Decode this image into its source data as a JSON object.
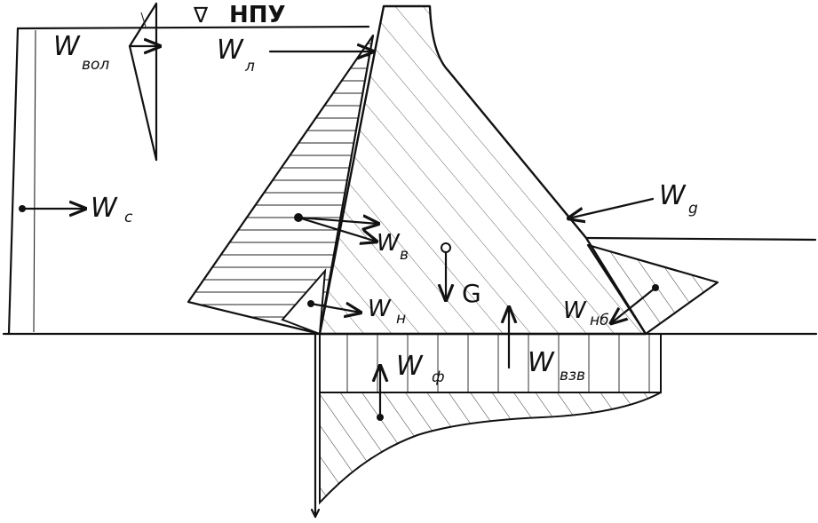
{
  "level_mark": {
    "symbol": "∇",
    "text": "НПУ"
  },
  "forces": {
    "wave": {
      "main": "W",
      "sub": "вол"
    },
    "ice": {
      "main": "W",
      "sub": "л"
    },
    "seismic": {
      "main": "W",
      "sub": "c"
    },
    "dynamic": {
      "main": "W",
      "sub": "g"
    },
    "upstream": {
      "main": "W",
      "sub": "в"
    },
    "weight": {
      "main": "G",
      "sub": ""
    },
    "silt": {
      "main": "W",
      "sub": "н"
    },
    "tailwater": {
      "main": "W",
      "sub": "нб"
    },
    "filtration": {
      "main": "W",
      "sub": "ф"
    },
    "uplift": {
      "main": "W",
      "sub": "взв"
    }
  }
}
